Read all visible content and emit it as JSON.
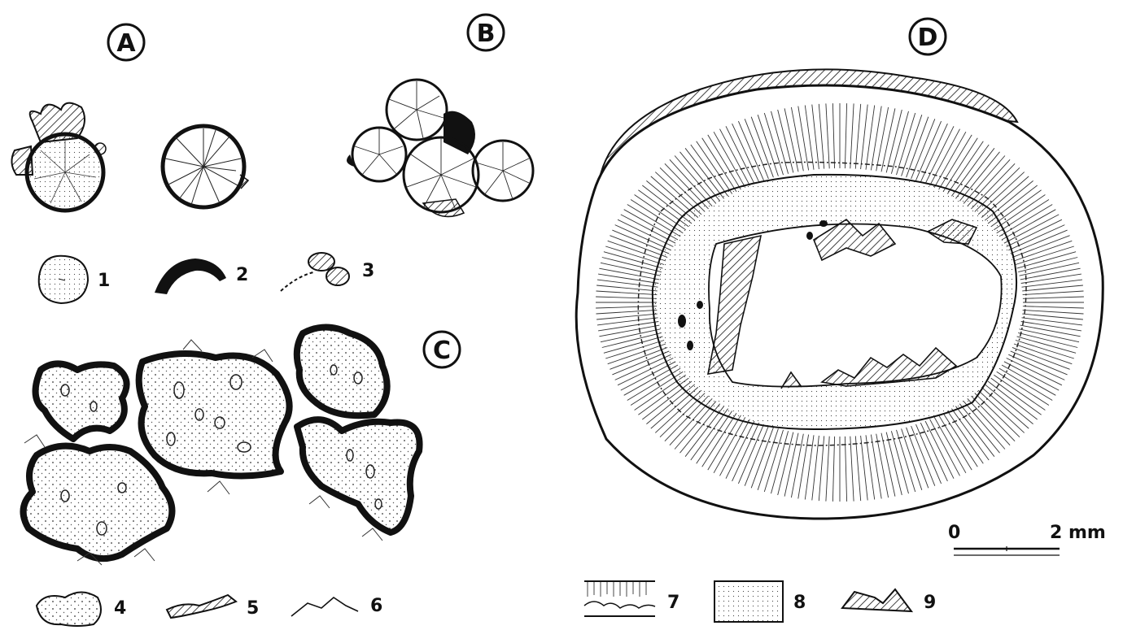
{
  "panels": {
    "A": "A",
    "B": "B",
    "C": "C",
    "D": "D"
  },
  "legend": {
    "k1": "1",
    "k2": "2",
    "k3": "3",
    "k4": "4",
    "k5": "5",
    "k6": "6",
    "k7": "7",
    "k8": "8",
    "k9": "9"
  },
  "scale": {
    "start": "0",
    "end": "2 mm"
  },
  "colors": {
    "ink": "#111111",
    "paper": "#ffffff"
  }
}
